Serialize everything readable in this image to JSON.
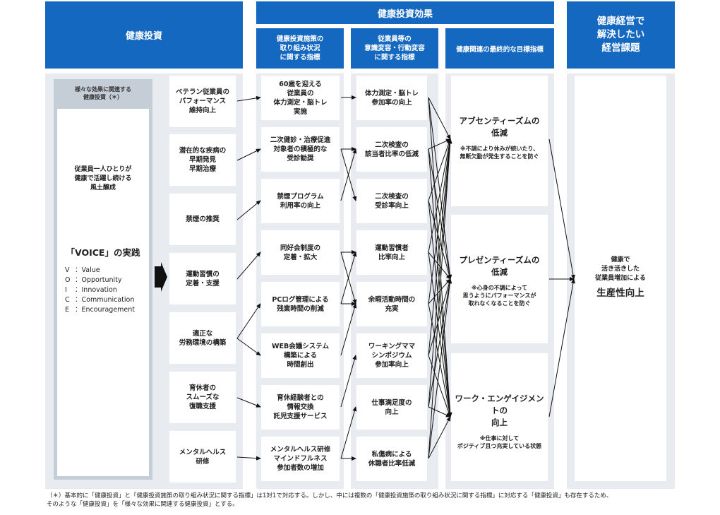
{
  "headers": {
    "investment": "健康投資",
    "effects": "健康投資効果",
    "measures": "健康投資施策の\n取り組み状況\nに関する指標",
    "behavior": "従業員等の\n意識変容・行動変容\nに関する指標",
    "final": "健康関連の最終的な目標指標",
    "issue": "健康経営で\n解決したい\n経営課題"
  },
  "left": {
    "tag": "様々な効果に関連する\n健康投資（＊）",
    "culture": "従業員一人ひとりが\n健康で活躍し続ける\n風土醸成",
    "voice_title": "「VOICE」の実践",
    "voice_items": [
      {
        "letter": "V",
        "word": "：Value"
      },
      {
        "letter": "O",
        "word": "：Opportunity"
      },
      {
        "letter": "I",
        "word": "：Innovation"
      },
      {
        "letter": "C",
        "word": "：Communication"
      },
      {
        "letter": "E",
        "word": "：Encouragement"
      }
    ]
  },
  "investments": [
    "ベテラン従業員の\nパフォーマンス\n維持向上",
    "潜在的な疾病の\n早期発見\n早期治療",
    "禁煙の推奨",
    "運動習慣の\n定着・支援",
    "適正な\n労務環境の構築",
    "育休者の\nスムーズな\n復職支援",
    "メンタルヘルス\n研修"
  ],
  "measures": [
    "60歳を迎える\n従業員の\n体力測定・脳トレ\n実施",
    "二次健診・治療促進\n対象者の積極的な\n受診勧奨",
    "禁煙プログラム\n利用率の向上",
    "同好会制度の\n定着・拡大",
    "PCログ管理による\n残業時間の削減",
    "WEB会議システム\n構築による\n時間創出",
    "育休経験者との\n情報交換\n託児支援サービス",
    "メンタルヘルス研修\nマインドフルネス\n参加者数の増加"
  ],
  "behaviors": [
    "体力測定・脳トレ\n参加率の向上",
    "二次検査の\n該当者比率の低減",
    "二次検査の\n受診率向上",
    "運動習慣者\n比率向上",
    "余暇活動時間の\n充実",
    "ワーキングママ\nシンポジウム\n参加率向上",
    "仕事満足度の\n向上",
    "私傷病による\n休職者比率低減"
  ],
  "goals": [
    {
      "title": "アブセンティーズムの\n低減",
      "note": "※不調により休みが続いたり、\n無断欠勤が発生することを防ぐ"
    },
    {
      "title": "プレゼンティーズムの\n低減",
      "note": "※心身の不調によって\n思うようにパフォーマンスが\n取れなくなることを防ぐ"
    },
    {
      "title": "ワーク・エンゲイジメントの\n向上",
      "note": "※仕事に対して\nポジティブ且つ充実している状態"
    }
  ],
  "issue": {
    "text": "健康で\n活き活きした\n従業員増加による",
    "emphasis": "生産性向上"
  },
  "footnote": "（＊）基本的に「健康投資」と「健康投資施策の取り組み状況に関する指標」は1対1で対応する。しかし、中には複数の「健康投資施策の取り組み状況に関する指標」に対応する「健康投資」も存在するため、\nそのような「健康投資」を「様々な効果に関連する健康投資」とする。",
  "colors": {
    "header": "#1568c0",
    "panel": "#e8ebef",
    "tag": "#c5cdd6",
    "arrow": "#111111"
  },
  "links": {
    "inv_to_measure": [
      [
        0,
        0
      ],
      [
        1,
        1
      ],
      [
        2,
        2
      ],
      [
        3,
        3
      ],
      [
        4,
        4
      ],
      [
        4,
        5
      ],
      [
        5,
        6
      ],
      [
        6,
        7
      ]
    ],
    "measure_to_behavior": [
      [
        0,
        0
      ],
      [
        1,
        1
      ],
      [
        1,
        2
      ],
      [
        2,
        1
      ],
      [
        3,
        3
      ],
      [
        3,
        4
      ],
      [
        4,
        3
      ],
      [
        4,
        4
      ],
      [
        5,
        4
      ],
      [
        6,
        5
      ],
      [
        7,
        6
      ],
      [
        7,
        7
      ]
    ],
    "behavior_to_goal": [
      [
        0,
        0
      ],
      [
        0,
        1
      ],
      [
        0,
        2
      ],
      [
        1,
        0
      ],
      [
        1,
        1
      ],
      [
        1,
        2
      ],
      [
        2,
        0
      ],
      [
        2,
        1
      ],
      [
        2,
        2
      ],
      [
        3,
        0
      ],
      [
        3,
        1
      ],
      [
        3,
        2
      ],
      [
        4,
        0
      ],
      [
        4,
        1
      ],
      [
        4,
        2
      ],
      [
        5,
        0
      ],
      [
        5,
        1
      ],
      [
        5,
        2
      ],
      [
        6,
        0
      ],
      [
        6,
        1
      ],
      [
        6,
        2
      ],
      [
        7,
        0
      ],
      [
        7,
        1
      ],
      [
        7,
        2
      ]
    ]
  }
}
